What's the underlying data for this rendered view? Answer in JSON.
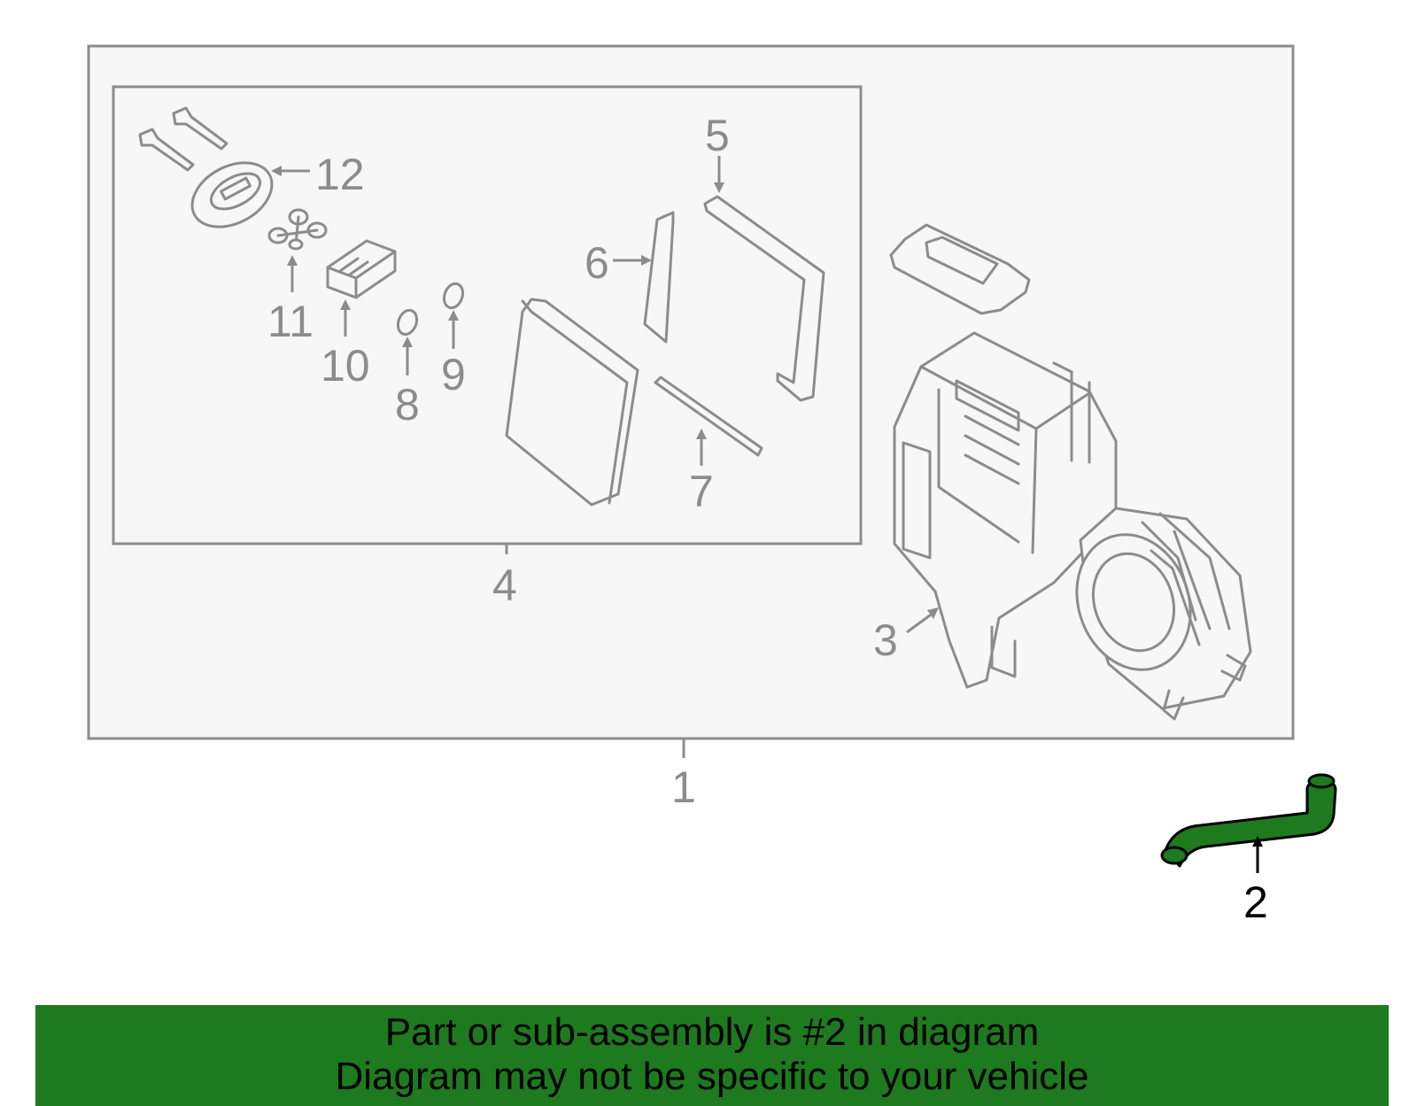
{
  "callouts": {
    "c1": "1",
    "c2": "2",
    "c3": "3",
    "c4": "4",
    "c5": "5",
    "c6": "6",
    "c7": "7",
    "c8": "8",
    "c9": "9",
    "c10": "10",
    "c11": "11",
    "c12": "12"
  },
  "highlight": {
    "part_number": "2",
    "color": "#1e7a1e"
  },
  "banner": {
    "line1": "Part or sub-assembly is #2 in diagram",
    "line2": "Diagram may not be specific to your vehicle"
  },
  "colors": {
    "outline": "#8c8c8c",
    "box_fill": "#f7f7f7",
    "banner_bg": "#1e7a1e"
  }
}
